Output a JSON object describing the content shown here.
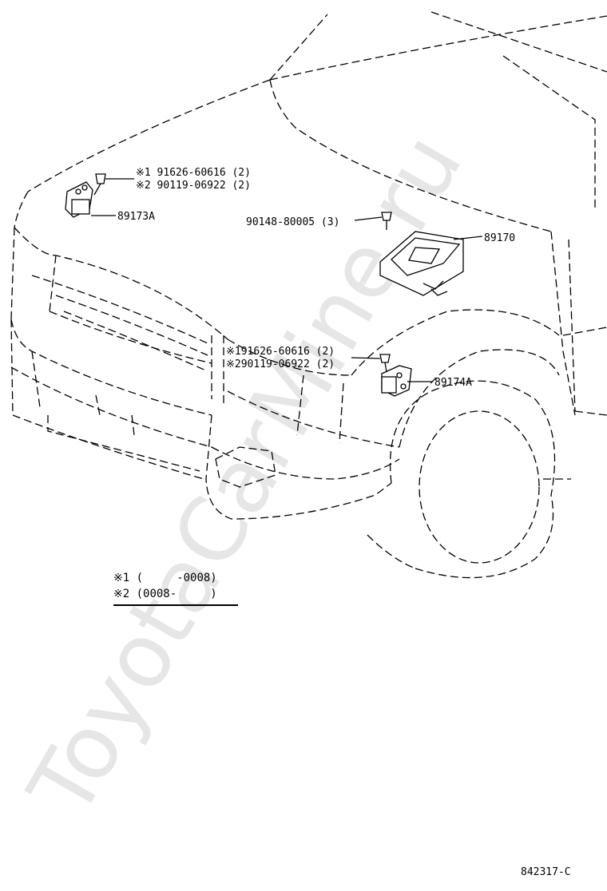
{
  "watermark": "ToyotaCarMine.ru",
  "callouts": {
    "front_left_bolt_1": "※1 91626-60616 (2)",
    "front_left_bolt_2": "※2 90119-06922 (2)",
    "front_left_sensor": "89173A",
    "ecu_bolt": "90148-80005 (3)",
    "ecu": "89170",
    "front_right_bolt_1": "※191626-60616 (2)",
    "front_right_bolt_2": "※290119-06922 (2)",
    "front_right_sensor": "89174A"
  },
  "notes": {
    "line1": "※1 (     -0008)",
    "line2": "※2 (0008-     )"
  },
  "figure_code": "842317-C"
}
